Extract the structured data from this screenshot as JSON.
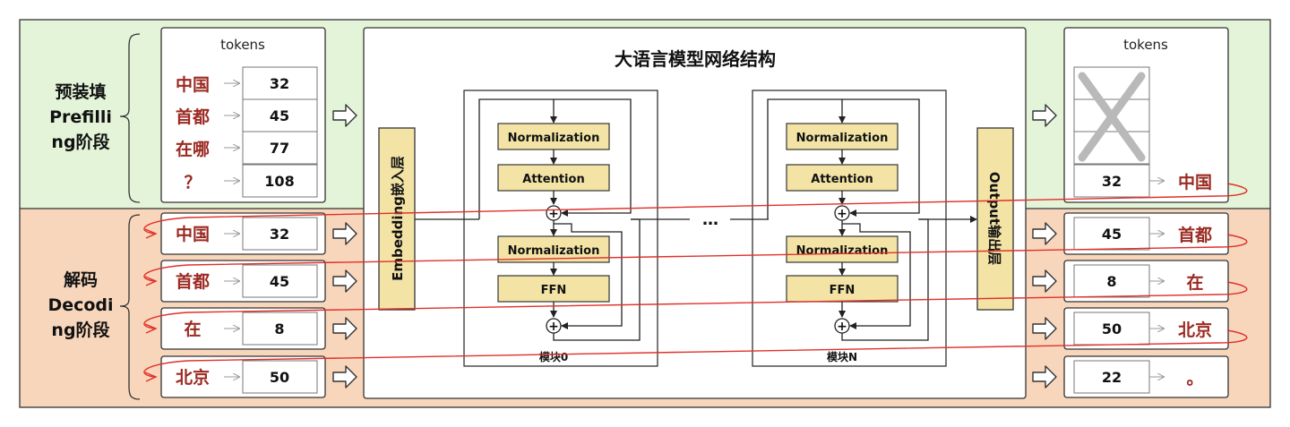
{
  "title": "大语言模型网络结构",
  "phases": {
    "prefill": [
      "预装填",
      "Prefilli",
      "ng阶段"
    ],
    "decode": [
      "解码",
      "Decodi",
      "ng阶段"
    ]
  },
  "left_panel": {
    "header": "tokens",
    "prefill_rows": [
      {
        "word": "中国",
        "id": "32"
      },
      {
        "word": "首都",
        "id": "45"
      },
      {
        "word": "在哪",
        "id": "77"
      },
      {
        "word": "？",
        "id": "108"
      }
    ],
    "decode_rows": [
      {
        "word": "中国",
        "id": "32"
      },
      {
        "word": "首都",
        "id": "45"
      },
      {
        "word": "在",
        "id": "8"
      },
      {
        "word": "北京",
        "id": "50"
      }
    ]
  },
  "embedding_label": "Embedding嵌入层",
  "output_label": "Output输出层",
  "blocks": [
    {
      "label": "模块0",
      "layers": [
        "Normalization",
        "Attention",
        "Normalization",
        "FFN"
      ]
    },
    {
      "label": "模块N",
      "layers": [
        "Normalization",
        "Attention",
        "Normalization",
        "FFN"
      ]
    }
  ],
  "ellipsis": "…",
  "right_panel": {
    "header": "tokens",
    "prefill_output": {
      "id": "32",
      "word": "中国"
    },
    "decode_rows": [
      {
        "id": "45",
        "word": "首都"
      },
      {
        "id": "8",
        "word": "在"
      },
      {
        "id": "50",
        "word": "北京"
      },
      {
        "id": "22",
        "word": "。"
      }
    ]
  },
  "colors": {
    "prefill_bg": "#e3f4d8",
    "decode_bg": "#f8d6bc",
    "layer_fill": "#f3e4a6",
    "token_red": "#9b2a22",
    "loop_red": "#e0302a"
  }
}
